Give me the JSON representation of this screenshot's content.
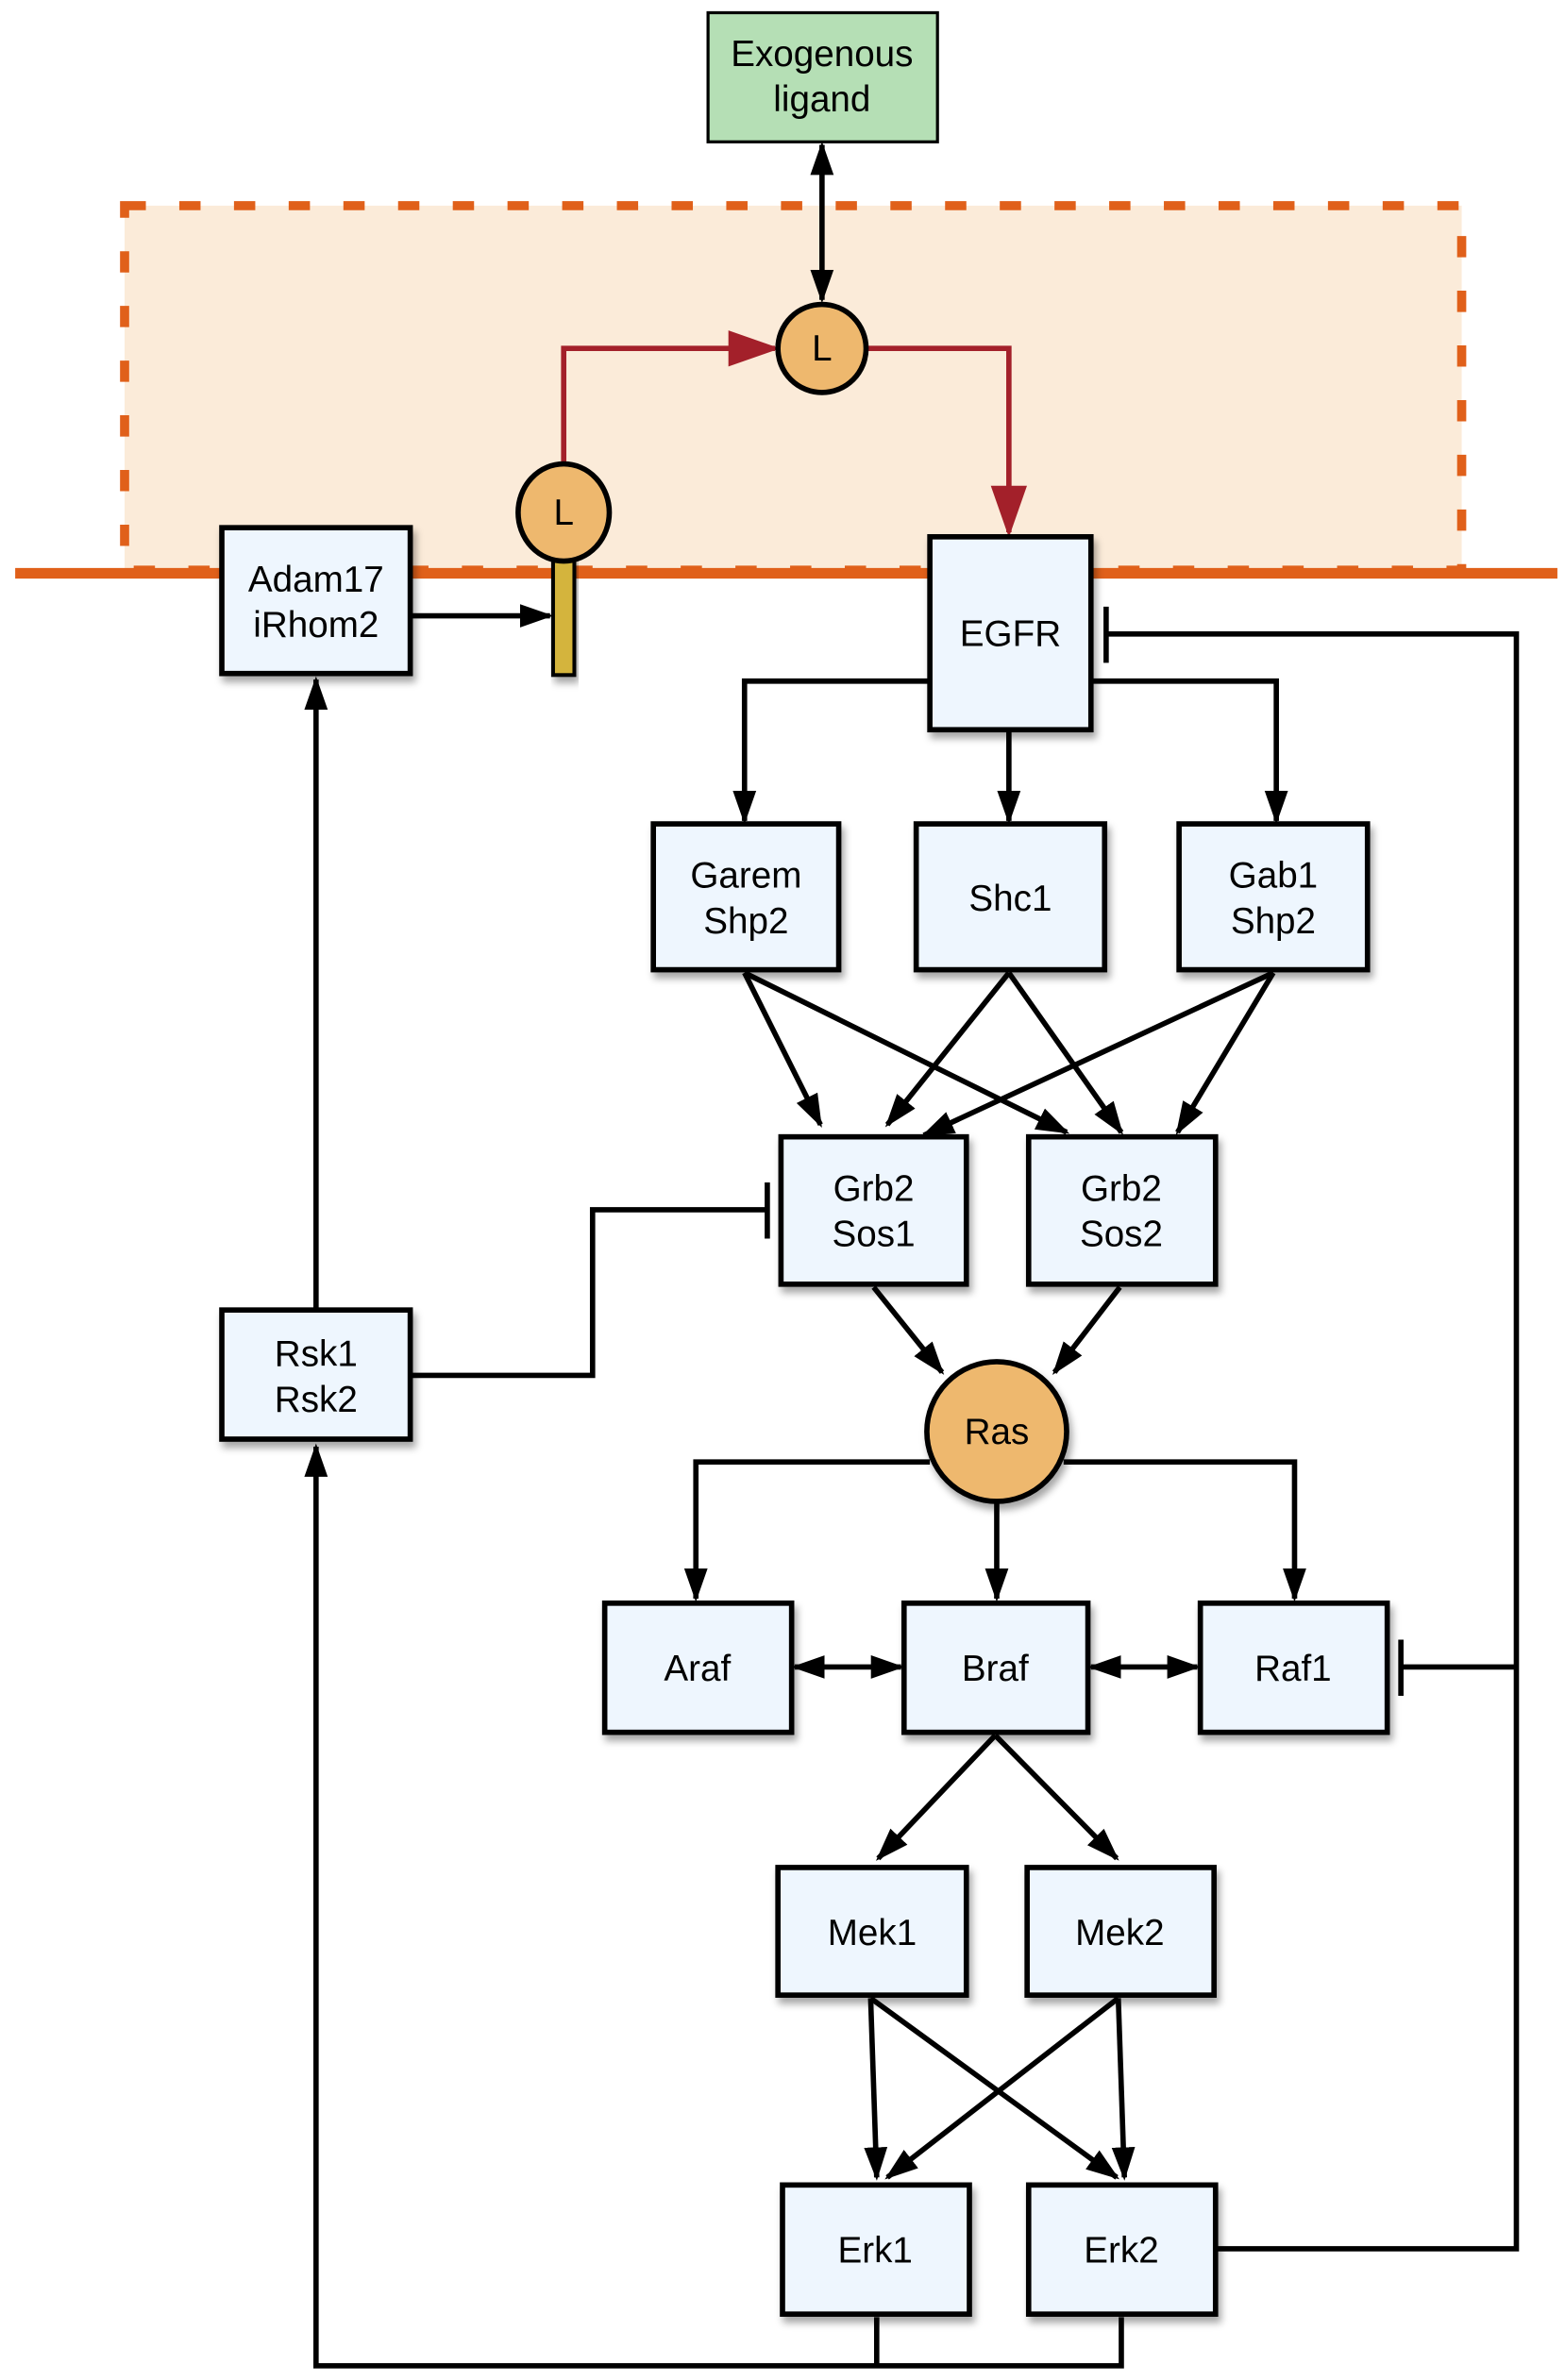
{
  "nodes": {
    "exogenous": [
      "Exogenous",
      "ligand"
    ],
    "ligand_free": "L",
    "ligand_bound": "L",
    "adam": [
      "Adam17",
      "iRhom2"
    ],
    "egfr": "EGFR",
    "garem": [
      "Garem",
      "Shp2"
    ],
    "shc1": "Shc1",
    "gab1": [
      "Gab1",
      "Shp2"
    ],
    "grb2sos1": [
      "Grb2",
      "Sos1"
    ],
    "grb2sos2": [
      "Grb2",
      "Sos2"
    ],
    "ras": "Ras",
    "rsk": [
      "Rsk1",
      "Rsk2"
    ],
    "araf": "Araf",
    "braf": "Braf",
    "raf1": "Raf1",
    "mek1": "Mek1",
    "mek2": "Mek2",
    "erk1": "Erk1",
    "erk2": "Erk2"
  },
  "colors": {
    "membrane": "#e0601a",
    "extracellular": "#fbebd9",
    "exogenous_box": "#b5dfb5",
    "ligand": "#eeb86e",
    "stalk": "#d4b43c",
    "shedding_path": "#a3202a",
    "node_fill": "#eef6fe"
  }
}
